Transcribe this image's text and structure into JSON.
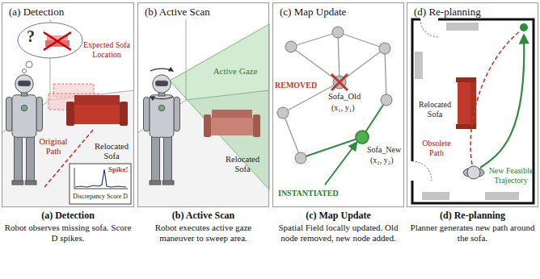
{
  "diagram": {
    "nodes": [
      {
        "text": [
          "(a) Detection"
        ]
      },
      {
        "text": [
          "(b) Active Scan"
        ]
      },
      {
        "text": [
          "(c) Map Update"
        ]
      },
      {
        "text": [
          "(d) Re-planning"
        ]
      }
    ],
    "labels": [
      "?",
      "Expected Sofa Location",
      "Original Path",
      "Relocated Sofa",
      "Spike!",
      "Discrepancy Score D",
      "Active Gaze",
      "Relocated Sofa",
      "REMOVED",
      "Sofa_Old",
      "(x₁, y₁)",
      "Sofa_New",
      "(x₂, y₂)",
      "INSTANTIATED",
      "Relocated Sofa",
      "Obsolete Path",
      "New Feasible Trajectory",
      "(a) Detection",
      "Robot observes missing sofa. Score D spikes.",
      "(b) Active Scan",
      "Robot executes active gaze maneuver to sweep area.",
      "(c) Map Update",
      "Spatial Field locally updated. Old node removed, new node added.",
      "(d) Re-planning",
      "Planner generates new path around the sofa."
    ]
  }
}
